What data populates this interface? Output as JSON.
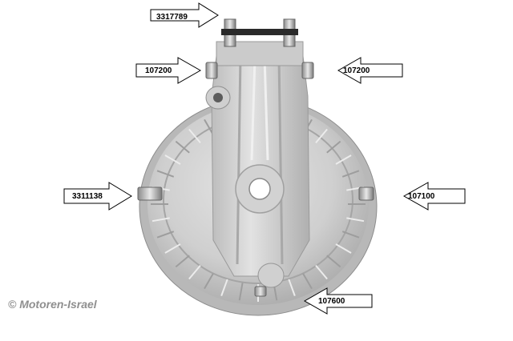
{
  "callouts": [
    {
      "id": "top",
      "part_number": "3317789"
    },
    {
      "id": "upper-left",
      "part_number": "107200"
    },
    {
      "id": "upper-right",
      "part_number": "107200"
    },
    {
      "id": "left",
      "part_number": "3311138"
    },
    {
      "id": "right",
      "part_number": "107100"
    },
    {
      "id": "bottom",
      "part_number": "107600"
    }
  ],
  "copyright": "© Motoren-Israel",
  "colors": {
    "housing": "#c9c9c9",
    "housing_shadow": "#9c9c9c",
    "housing_highlight": "#e6e6e6",
    "arrow_fill": "#ffffff",
    "arrow_stroke": "#000000",
    "copyright": "#8f8f8f"
  }
}
